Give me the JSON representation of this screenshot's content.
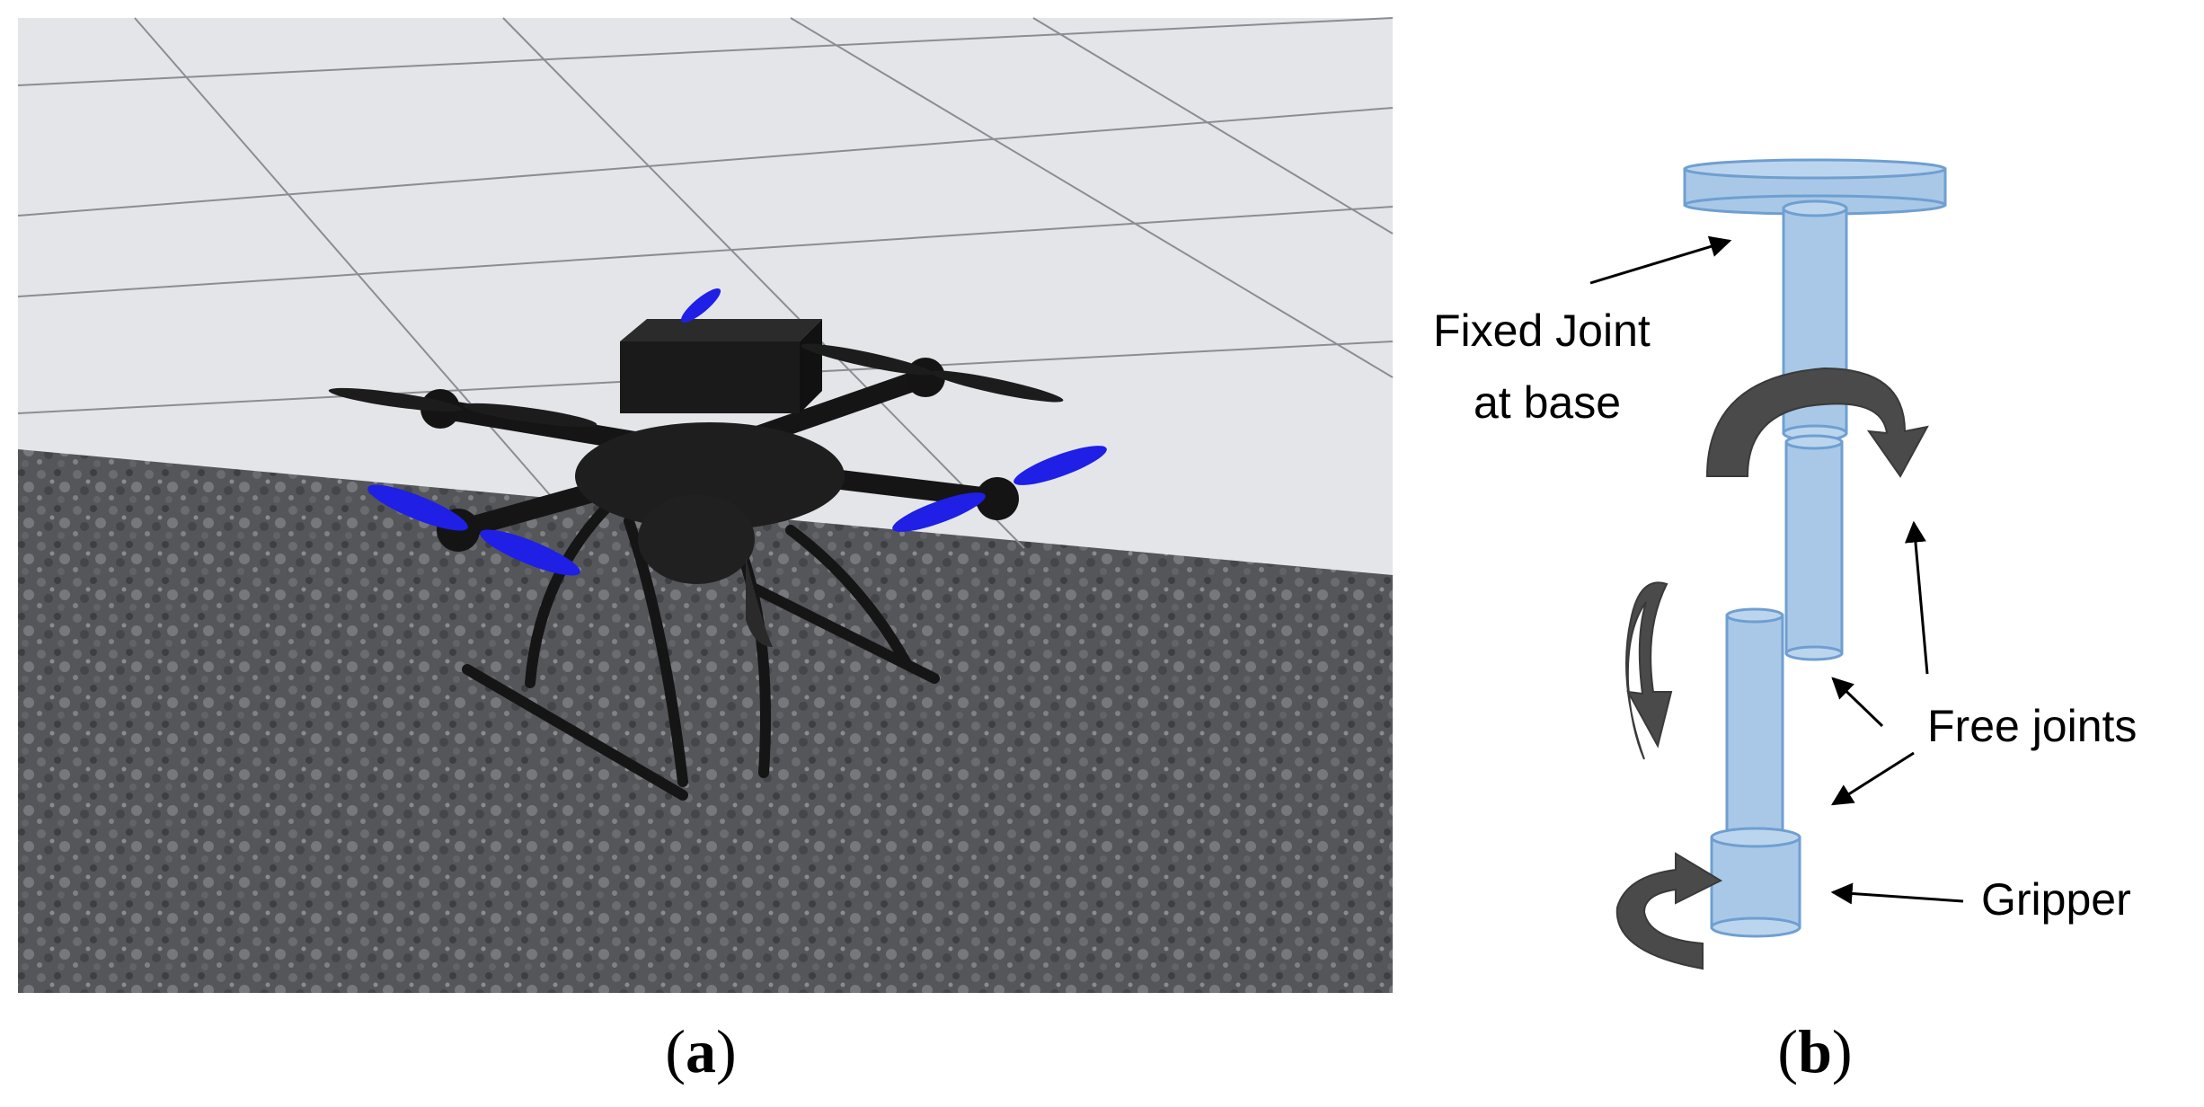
{
  "panel_a": {
    "caption": "a"
  },
  "panel_b": {
    "caption": "b",
    "labels": {
      "fixed_joint_line1": "Fixed Joint",
      "fixed_joint_line2": "at base",
      "free_joints": "Free joints",
      "gripper": "Gripper"
    }
  },
  "colors": {
    "cylinder_fill": "#a9c8e8",
    "cylinder_stroke": "#6f9fd0",
    "rotation_arrow": "#4a4a4a",
    "propeller": "#1f1fe6",
    "drone_body": "#1c1c1c",
    "floor_tile": "#e4e5e9",
    "gravel": "#5a5a5c"
  }
}
